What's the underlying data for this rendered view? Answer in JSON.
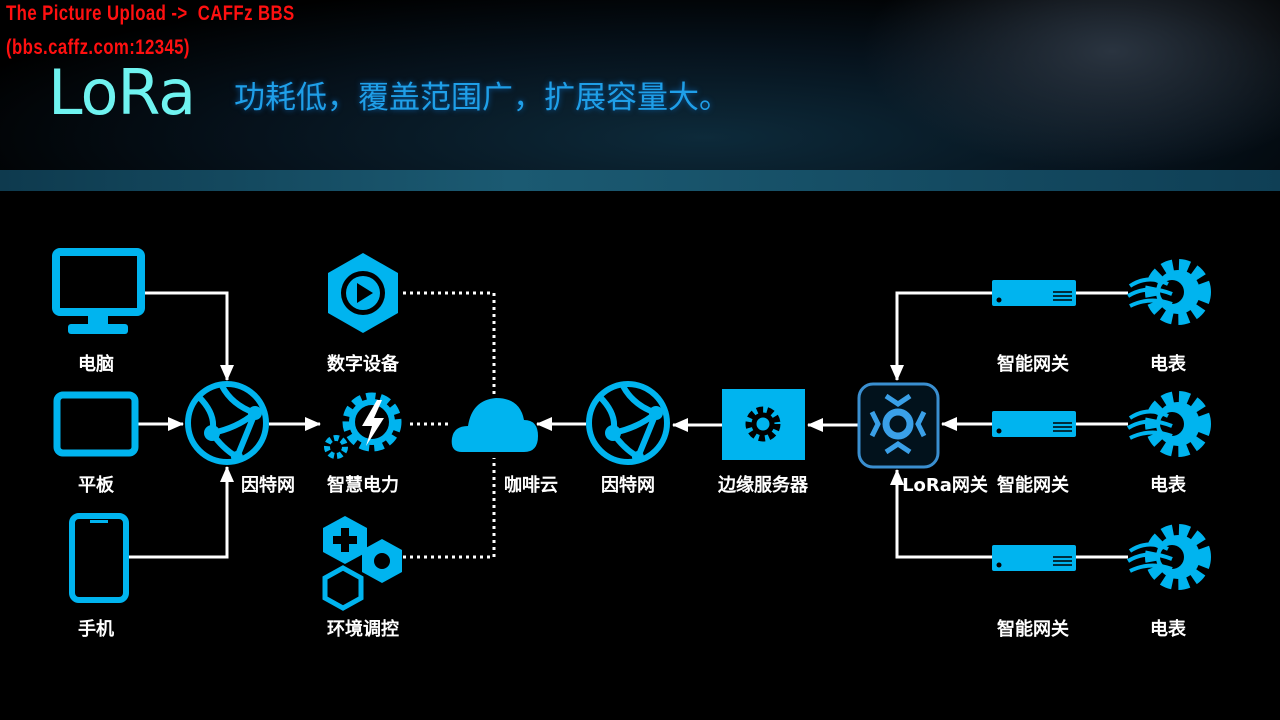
{
  "watermark": {
    "line1": "The Picture Upload ->  CAFFz BBS",
    "line2": "(bbs.caffz.com:12345)"
  },
  "header": {
    "title": "LoRa",
    "subtitle": "功耗低，覆盖范围广，扩展容量大。"
  },
  "colors": {
    "accent": "#00b4ef",
    "title": "#6ff3f0",
    "subtitle": "#1f9fe8",
    "watermark": "#ff1010"
  },
  "nodes": {
    "pc": {
      "label": "电脑",
      "icon": "monitor-icon"
    },
    "tablet": {
      "label": "平板",
      "icon": "tablet-icon"
    },
    "phone": {
      "label": "手机",
      "icon": "phone-icon"
    },
    "internet1": {
      "label": "因特网",
      "icon": "globe-icon"
    },
    "digital": {
      "label": "数字设备",
      "icon": "play-hexagon-icon"
    },
    "power": {
      "label": "智慧电力",
      "icon": "gear-lightning-icon"
    },
    "env": {
      "label": "环境调控",
      "icon": "hexagon-cluster-icon"
    },
    "cloud": {
      "label": "咖啡云",
      "icon": "cloud-icon"
    },
    "internet2": {
      "label": "因特网",
      "icon": "globe-icon"
    },
    "edge": {
      "label": "边缘服务器",
      "icon": "server-gear-icon"
    },
    "lora_gw": {
      "label": "LoRa网关",
      "icon": "lora-gateway-icon"
    },
    "gateways": [
      {
        "label": "智能网关"
      },
      {
        "label": "智能网关"
      },
      {
        "label": "智能网关"
      }
    ],
    "meters": [
      {
        "label": "电表"
      },
      {
        "label": "电表"
      },
      {
        "label": "电表"
      }
    ]
  }
}
